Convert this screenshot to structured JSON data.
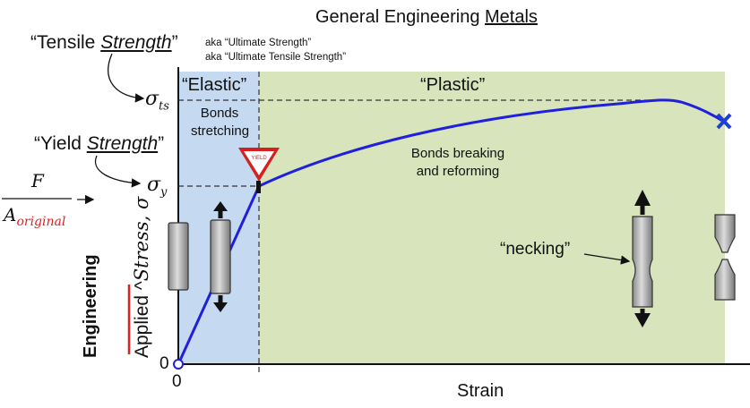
{
  "title": {
    "prefix": "General Engineering ",
    "underlined": "Metals"
  },
  "tensile": {
    "open_quote": "“Tensile ",
    "word": "Strength",
    "close_quote": "”",
    "aka1": "aka “Ultimate Strength”",
    "aka2": "aka “Ultimate Tensile Strength”"
  },
  "yield": {
    "open_quote": "“Yield ",
    "word": "Strength",
    "close_quote": "”"
  },
  "symbols": {
    "sigma_ts": "σ",
    "ts_sub": "ts",
    "sigma_y": "σ",
    "y_sub": "y"
  },
  "fraction": {
    "numerator": "F",
    "denominator": "A",
    "den_sub": "original"
  },
  "axes": {
    "y_label_engineering": "Engineering",
    "y_label_applied": "Applied ^",
    "y_label_stress": "Stress, σ",
    "x_label": "Strain",
    "origin_y": "0",
    "origin_x": "0"
  },
  "regions": {
    "elastic": "“Elastic”",
    "plastic": "“Plastic”"
  },
  "notes": {
    "bonds_stretching_1": "Bonds",
    "bonds_stretching_2": "stretching",
    "bonds_breaking_1": "Bonds breaking",
    "bonds_breaking_2": "and reforming",
    "necking": "“necking”",
    "yield_sign": "YIELD"
  },
  "colors": {
    "elastic_bg": "#c5d9f1",
    "plastic_bg": "#d7e4bc",
    "curve": "#1f1fdc",
    "fracture_x": "#1f3fd0",
    "yield_sign": "#d42020",
    "underline_red": "#e02020"
  }
}
